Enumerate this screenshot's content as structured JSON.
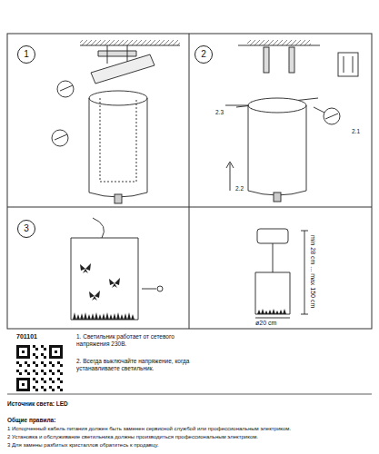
{
  "diagram": {
    "nodes": [
      {
        "text": [
          "1"
        ]
      },
      {
        "text": [
          "2"
        ]
      },
      {
        "text": [
          "3"
        ]
      }
    ],
    "labels": [
      "2.3",
      "2.1",
      "2.2",
      "min 28 cm ... max 150 cm",
      "ø20 cm",
      "701101",
      "1. Светильник работает от сетевого напряжения 230В.",
      "2. Всегда выключайте напряжение, когда устанавливаете светильник.",
      "Источник света: LED",
      "Общие правила:",
      "1  Испорченный кабель питания должен быть заменен сервисной службой или профессиональным электриком.",
      "2  Установка и обслуживание светильника должны производиться профессиональным электриком.",
      "3  Для замены разбитых кристаллов обратитесь к продавцу."
    ]
  }
}
